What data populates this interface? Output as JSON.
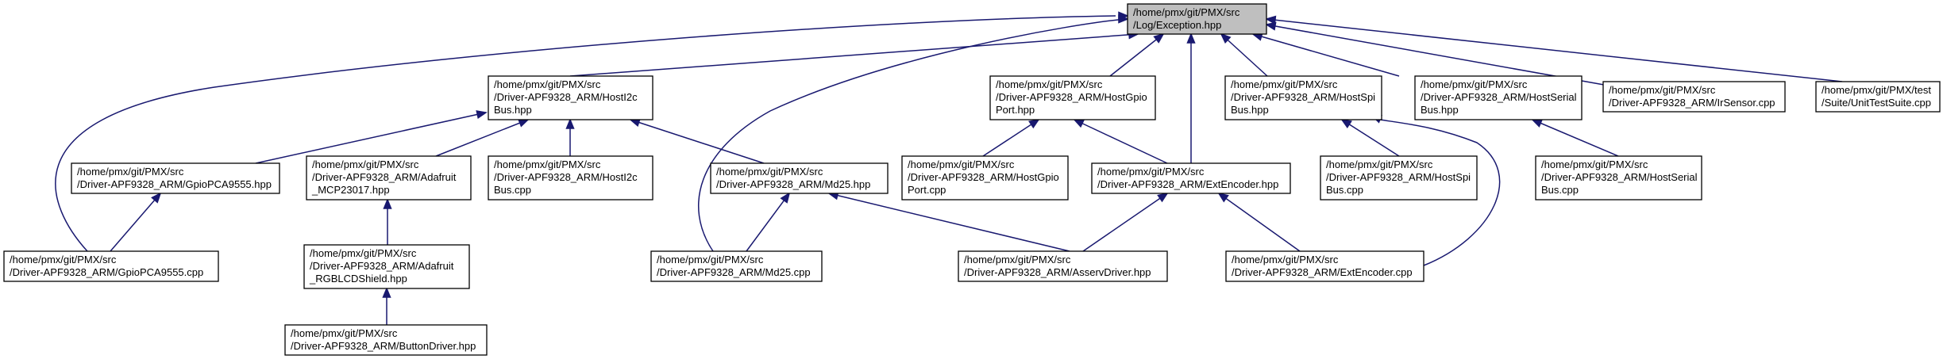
{
  "graph": {
    "edge_color": "#191970",
    "root_fill": "#bfbfbf",
    "nodes": [
      {
        "id": "exception",
        "label": [
          "/home/pmx/git/PMX/src",
          "/Log/Exception.hpp"
        ],
        "root": true
      },
      {
        "id": "hosti2c_hpp",
        "label": [
          "/home/pmx/git/PMX/src",
          "/Driver-APF9328_ARM/HostI2c",
          "Bus.hpp"
        ]
      },
      {
        "id": "hostgpio_hpp",
        "label": [
          "/home/pmx/git/PMX/src",
          "/Driver-APF9328_ARM/HostGpio",
          "Port.hpp"
        ]
      },
      {
        "id": "hostspi_hpp",
        "label": [
          "/home/pmx/git/PMX/src",
          "/Driver-APF9328_ARM/HostSpi",
          "Bus.hpp"
        ]
      },
      {
        "id": "hostserial_hpp",
        "label": [
          "/home/pmx/git/PMX/src",
          "/Driver-APF9328_ARM/HostSerial",
          "Bus.hpp"
        ]
      },
      {
        "id": "irsensor_cpp",
        "label": [
          "/home/pmx/git/PMX/src",
          "/Driver-APF9328_ARM/IrSensor.cpp"
        ]
      },
      {
        "id": "unittestsuite_cpp",
        "label": [
          "/home/pmx/git/PMX/test",
          "/Suite/UnitTestSuite.cpp"
        ]
      },
      {
        "id": "gpiopca9555_hpp",
        "label": [
          "/home/pmx/git/PMX/src",
          "/Driver-APF9328_ARM/GpioPCA9555.hpp"
        ]
      },
      {
        "id": "adafruit_mcp_hpp",
        "label": [
          "/home/pmx/git/PMX/src",
          "/Driver-APF9328_ARM/Adafruit",
          "_MCP23017.hpp"
        ]
      },
      {
        "id": "hosti2c_cpp",
        "label": [
          "/home/pmx/git/PMX/src",
          "/Driver-APF9328_ARM/HostI2c",
          "Bus.cpp"
        ]
      },
      {
        "id": "md25_hpp",
        "label": [
          "/home/pmx/git/PMX/src",
          "/Driver-APF9328_ARM/Md25.hpp"
        ]
      },
      {
        "id": "hostgpio_cpp",
        "label": [
          "/home/pmx/git/PMX/src",
          "/Driver-APF9328_ARM/HostGpio",
          "Port.cpp"
        ]
      },
      {
        "id": "extencoder_hpp",
        "label": [
          "/home/pmx/git/PMX/src",
          "/Driver-APF9328_ARM/ExtEncoder.hpp"
        ]
      },
      {
        "id": "hostspi_cpp",
        "label": [
          "/home/pmx/git/PMX/src",
          "/Driver-APF9328_ARM/HostSpi",
          "Bus.cpp"
        ]
      },
      {
        "id": "hostserial_cpp",
        "label": [
          "/home/pmx/git/PMX/src",
          "/Driver-APF9328_ARM/HostSerial",
          "Bus.cpp"
        ]
      },
      {
        "id": "gpiopca9555_cpp",
        "label": [
          "/home/pmx/git/PMX/src",
          "/Driver-APF9328_ARM/GpioPCA9555.cpp"
        ]
      },
      {
        "id": "adafruit_rgb_hpp",
        "label": [
          "/home/pmx/git/PMX/src",
          "/Driver-APF9328_ARM/Adafruit",
          "_RGBLCDShield.hpp"
        ]
      },
      {
        "id": "md25_cpp",
        "label": [
          "/home/pmx/git/PMX/src",
          "/Driver-APF9328_ARM/Md25.cpp"
        ]
      },
      {
        "id": "asservdriver_hpp",
        "label": [
          "/home/pmx/git/PMX/src",
          "/Driver-APF9328_ARM/AsservDriver.hpp"
        ]
      },
      {
        "id": "extencoder_cpp",
        "label": [
          "/home/pmx/git/PMX/src",
          "/Driver-APF9328_ARM/ExtEncoder.cpp"
        ]
      },
      {
        "id": "buttondriver_hpp",
        "label": [
          "/home/pmx/git/PMX/src",
          "/Driver-APF9328_ARM/ButtonDriver.hpp"
        ]
      }
    ],
    "edges": [
      {
        "from": "hosti2c_hpp",
        "to": "exception"
      },
      {
        "from": "hostgpio_hpp",
        "to": "exception"
      },
      {
        "from": "hostspi_hpp",
        "to": "exception"
      },
      {
        "from": "hostserial_hpp",
        "to": "exception"
      },
      {
        "from": "irsensor_cpp",
        "to": "exception"
      },
      {
        "from": "unittestsuite_cpp",
        "to": "exception"
      },
      {
        "from": "extencoder_hpp",
        "to": "exception"
      },
      {
        "from": "gpiopca9555_cpp",
        "to": "exception"
      },
      {
        "from": "md25_cpp",
        "to": "exception"
      },
      {
        "from": "gpiopca9555_hpp",
        "to": "hosti2c_hpp"
      },
      {
        "from": "adafruit_mcp_hpp",
        "to": "hosti2c_hpp"
      },
      {
        "from": "hosti2c_cpp",
        "to": "hosti2c_hpp"
      },
      {
        "from": "md25_hpp",
        "to": "hosti2c_hpp"
      },
      {
        "from": "hostgpio_cpp",
        "to": "hostgpio_hpp"
      },
      {
        "from": "extencoder_hpp",
        "to": "hostgpio_hpp"
      },
      {
        "from": "hostspi_cpp",
        "to": "hostspi_hpp"
      },
      {
        "from": "extencoder_cpp",
        "to": "hostspi_hpp"
      },
      {
        "from": "hostserial_cpp",
        "to": "hostserial_hpp"
      },
      {
        "from": "gpiopca9555_cpp",
        "to": "gpiopca9555_hpp"
      },
      {
        "from": "adafruit_rgb_hpp",
        "to": "adafruit_mcp_hpp"
      },
      {
        "from": "md25_cpp",
        "to": "md25_hpp"
      },
      {
        "from": "asservdriver_hpp",
        "to": "md25_hpp"
      },
      {
        "from": "asservdriver_hpp",
        "to": "extencoder_hpp"
      },
      {
        "from": "extencoder_cpp",
        "to": "extencoder_hpp"
      },
      {
        "from": "buttondriver_hpp",
        "to": "adafruit_rgb_hpp"
      }
    ]
  }
}
